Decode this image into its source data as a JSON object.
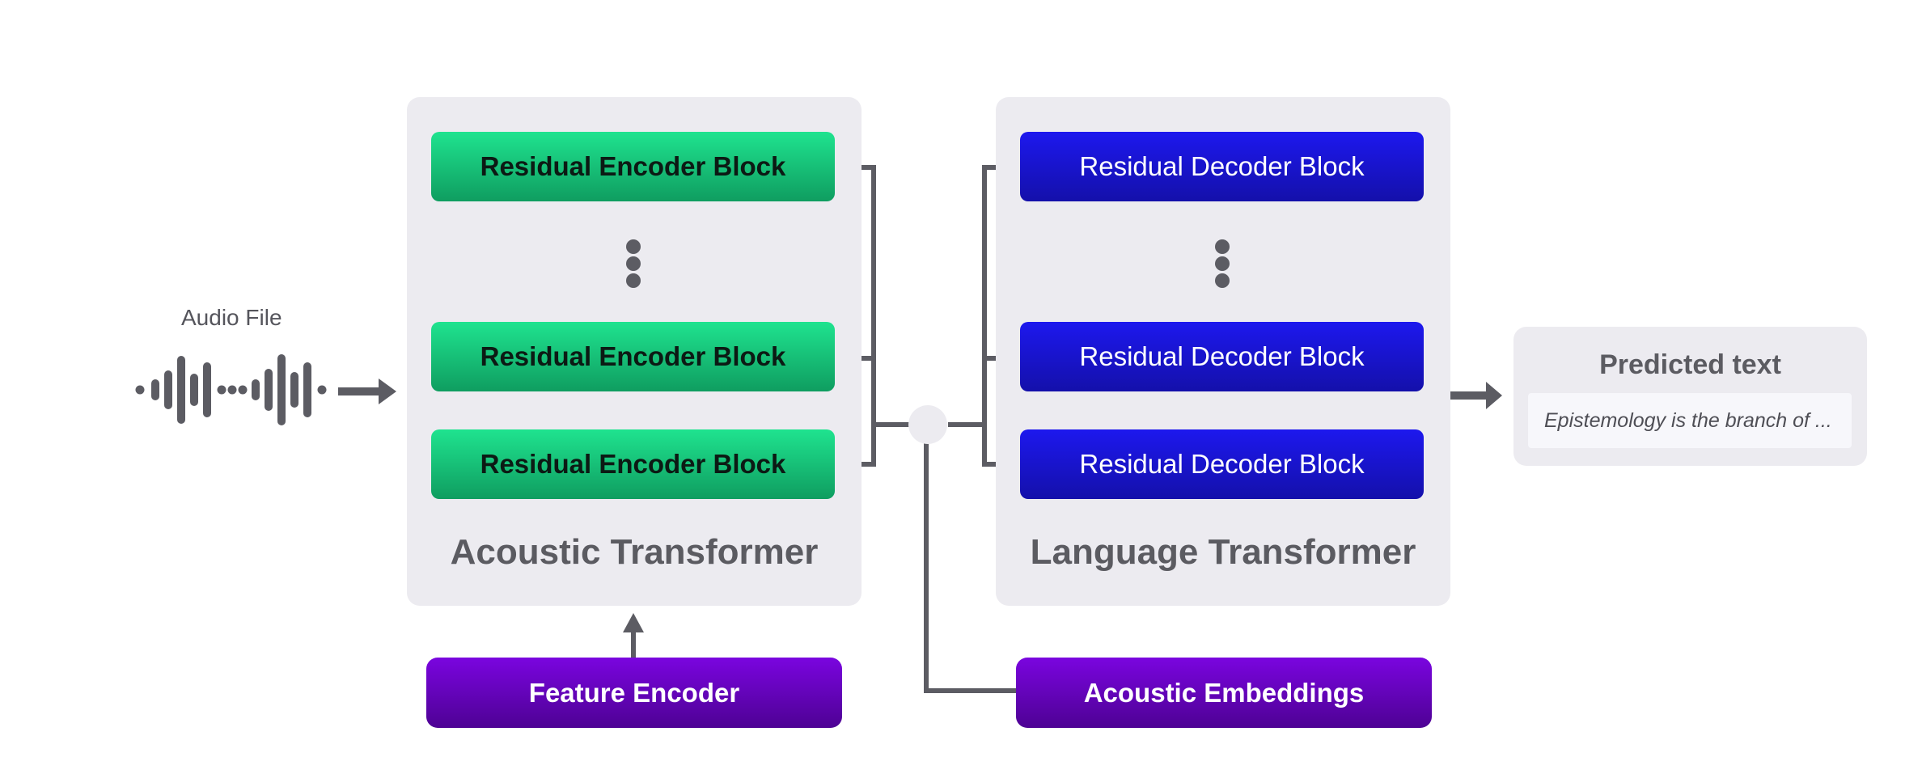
{
  "audio": {
    "label": "Audio File"
  },
  "acoustic_transformer": {
    "title": "Acoustic Transformer",
    "blocks": [
      "Residual Encoder Block",
      "Residual Encoder Block",
      "Residual Encoder Block"
    ]
  },
  "language_transformer": {
    "title": "Language Transformer",
    "blocks": [
      "Residual Decoder Block",
      "Residual Decoder Block",
      "Residual Decoder Block"
    ]
  },
  "feature_encoder": {
    "label": "Feature Encoder"
  },
  "acoustic_embeddings": {
    "label": "Acoustic Embeddings"
  },
  "output": {
    "title": "Predicted text",
    "text": "Epistemology is the branch of ..."
  },
  "colors": {
    "encoder": "#1fe38f",
    "decoder": "#1d18ee",
    "purple": "#7a05df",
    "connector": "#5c5c63",
    "panel": "#ecebf0"
  },
  "icons": [
    "waveform-icon",
    "arrow-right-icon",
    "arrow-up-icon"
  ]
}
